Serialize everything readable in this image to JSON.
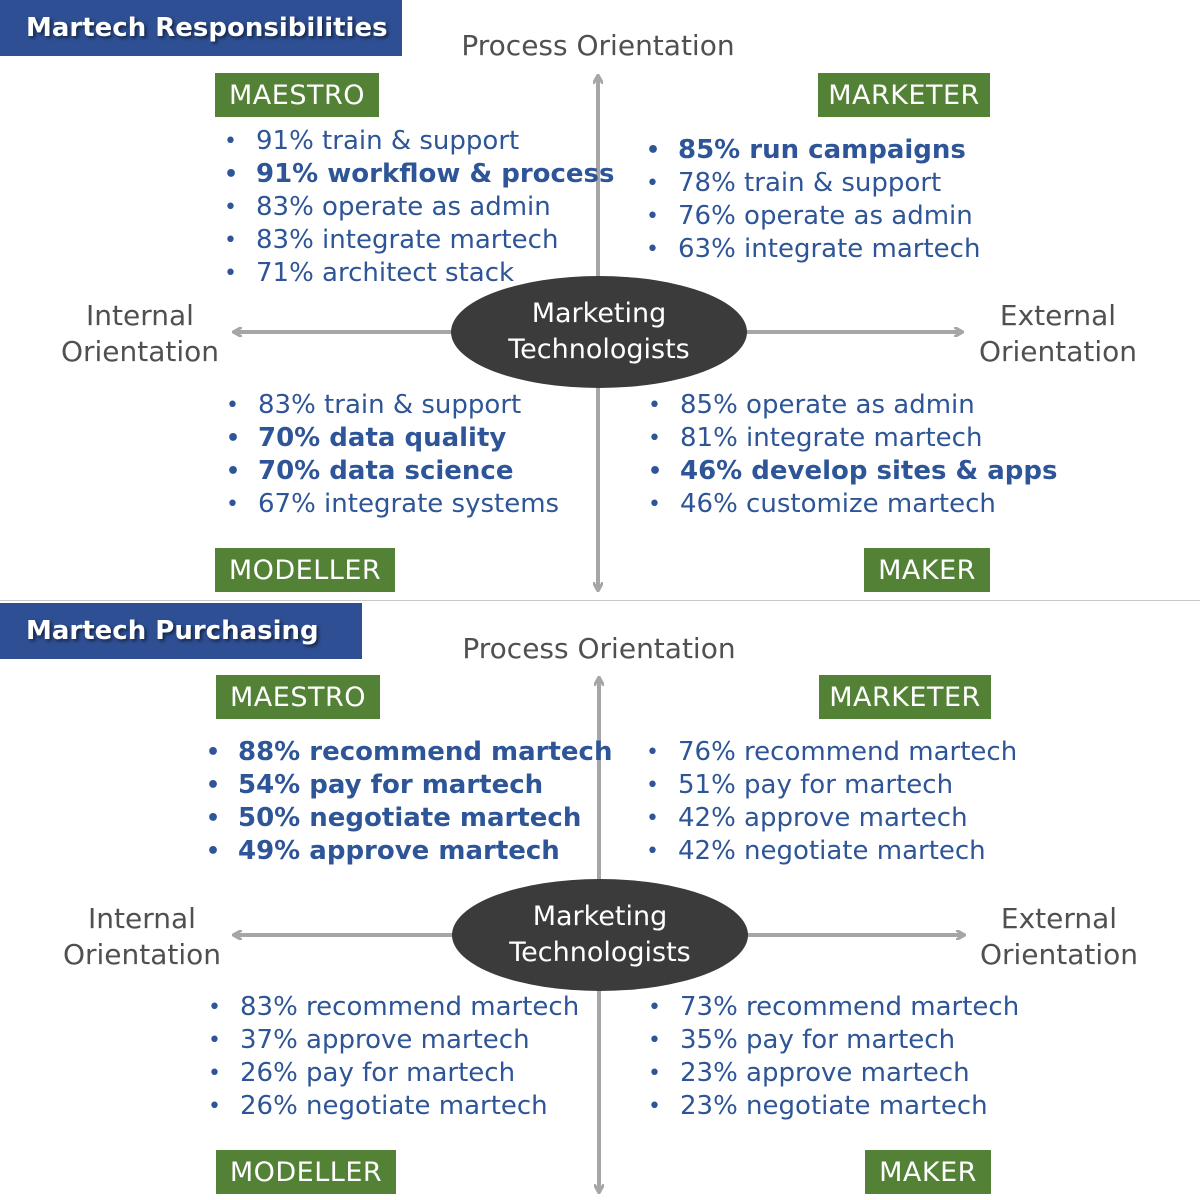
{
  "panels": [
    {
      "title": "Martech Responsibilities",
      "axis_top": "Process Orientation",
      "axis_left_1": "Internal",
      "axis_left_2": "Orientation",
      "axis_right_1": "External",
      "axis_right_2": "Orientation",
      "center_1": "Marketing",
      "center_2": "Technologists",
      "maestro": {
        "label": "MAESTRO",
        "items": [
          {
            "text": "91% train & support",
            "bold": false
          },
          {
            "text": "91% workflow & process",
            "bold": true
          },
          {
            "text": "83% operate as admin",
            "bold": false
          },
          {
            "text": "83% integrate martech",
            "bold": false
          },
          {
            "text": "71% architect stack",
            "bold": false
          }
        ]
      },
      "marketer": {
        "label": "MARKETER",
        "items": [
          {
            "text": "85% run campaigns",
            "bold": true
          },
          {
            "text": "78% train & support",
            "bold": false
          },
          {
            "text": "76% operate as admin",
            "bold": false
          },
          {
            "text": "63% integrate martech",
            "bold": false
          }
        ]
      },
      "modeller": {
        "label": "MODELLER",
        "items": [
          {
            "text": "83% train & support",
            "bold": false
          },
          {
            "text": "70% data quality",
            "bold": true
          },
          {
            "text": "70% data science",
            "bold": true
          },
          {
            "text": "67% integrate systems",
            "bold": false
          }
        ]
      },
      "maker": {
        "label": "MAKER",
        "items": [
          {
            "text": "85% operate as admin",
            "bold": false
          },
          {
            "text": "81% integrate martech",
            "bold": false
          },
          {
            "text": "46% develop sites & apps",
            "bold": true
          },
          {
            "text": "46% customize martech",
            "bold": false
          }
        ]
      }
    },
    {
      "title": "Martech Purchasing",
      "axis_top": "Process Orientation",
      "axis_left_1": "Internal",
      "axis_left_2": "Orientation",
      "axis_right_1": "External",
      "axis_right_2": "Orientation",
      "center_1": "Marketing",
      "center_2": "Technologists",
      "maestro": {
        "label": "MAESTRO",
        "items": [
          {
            "text": "88% recommend martech",
            "bold": true
          },
          {
            "text": "54% pay for martech",
            "bold": true
          },
          {
            "text": "50% negotiate martech",
            "bold": true
          },
          {
            "text": "49% approve martech",
            "bold": true
          }
        ]
      },
      "marketer": {
        "label": "MARKETER",
        "items": [
          {
            "text": "76% recommend martech",
            "bold": false
          },
          {
            "text": "51% pay for martech",
            "bold": false
          },
          {
            "text": "42% approve martech",
            "bold": false
          },
          {
            "text": "42% negotiate martech",
            "bold": false
          }
        ]
      },
      "modeller": {
        "label": "MODELLER",
        "items": [
          {
            "text": "83% recommend martech",
            "bold": false
          },
          {
            "text": "37% approve martech",
            "bold": false
          },
          {
            "text": "26% pay for martech",
            "bold": false
          },
          {
            "text": "26% negotiate martech",
            "bold": false
          }
        ]
      },
      "maker": {
        "label": "MAKER",
        "items": [
          {
            "text": "73% recommend martech",
            "bold": false
          },
          {
            "text": "35% pay for martech",
            "bold": false
          },
          {
            "text": "23% approve martech",
            "bold": false
          },
          {
            "text": "23% negotiate martech",
            "bold": false
          }
        ]
      }
    }
  ]
}
